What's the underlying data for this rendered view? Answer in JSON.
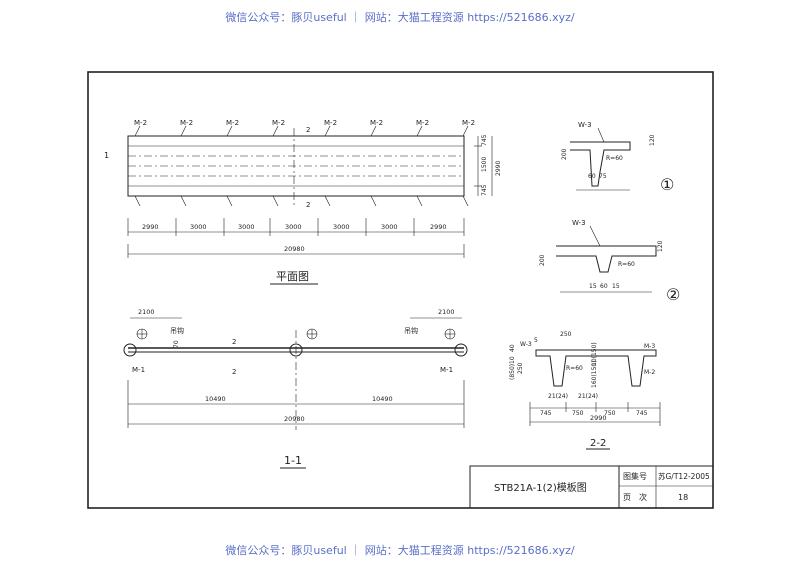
{
  "watermark": {
    "top": "微信公众号：豚贝useful ｜ 网站：大猫工程资源 https://521686.xyz/",
    "bottom": "微信公众号：豚贝useful ｜ 网站：大猫工程资源 https://521686.xyz/"
  },
  "plan": {
    "title": "平面图",
    "labels_m2": [
      "M-2",
      "M-2",
      "M-2",
      "M-2",
      "M-2",
      "M-2",
      "M-2",
      "M-2"
    ],
    "section_mark": "2",
    "side_mark": "1",
    "right_dims": [
      "745",
      "1500",
      "745"
    ],
    "right_total": "2990",
    "bay_dims": [
      "2990",
      "3000",
      "3000",
      "3000",
      "3000",
      "3000",
      "2990"
    ],
    "total": "20980"
  },
  "section11": {
    "title": "1-1",
    "left_dim": "2100",
    "right_dim": "2100",
    "hook_left": "吊钩",
    "hook_right": "吊钩",
    "dim70": "70",
    "mark2": "2",
    "m1_left": "M-1",
    "m1_right": "M-1",
    "half_dims": [
      "10490",
      "10490"
    ],
    "total": "20980"
  },
  "detail1": {
    "label": "W-3",
    "dims": [
      "200",
      "60",
      "75",
      "R=60",
      "120"
    ],
    "circle": "①"
  },
  "detail2": {
    "label": "W-3",
    "dims": [
      "200",
      "15",
      "60",
      "15",
      "R=60",
      "120"
    ],
    "circle": "②"
  },
  "section22": {
    "title": "2-2",
    "labels": [
      "M-3",
      "M-2",
      "W-3"
    ],
    "dims_top": [
      "5",
      "250",
      "10(150)"
    ],
    "dims_side": [
      "10",
      "40",
      "250",
      "(850)",
      "R=60",
      "160(150)"
    ],
    "dims_mid": [
      "21(24)",
      "21(24)"
    ],
    "bottom_dims": [
      "745",
      "750",
      "750",
      "745"
    ],
    "total": "2990"
  },
  "title_block": {
    "drawing_name": "STB21A-1(2)模板图",
    "atlas_label": "图集号",
    "atlas_value": "苏G/T12-2005",
    "page_label": "页　次",
    "page_value": "18"
  }
}
